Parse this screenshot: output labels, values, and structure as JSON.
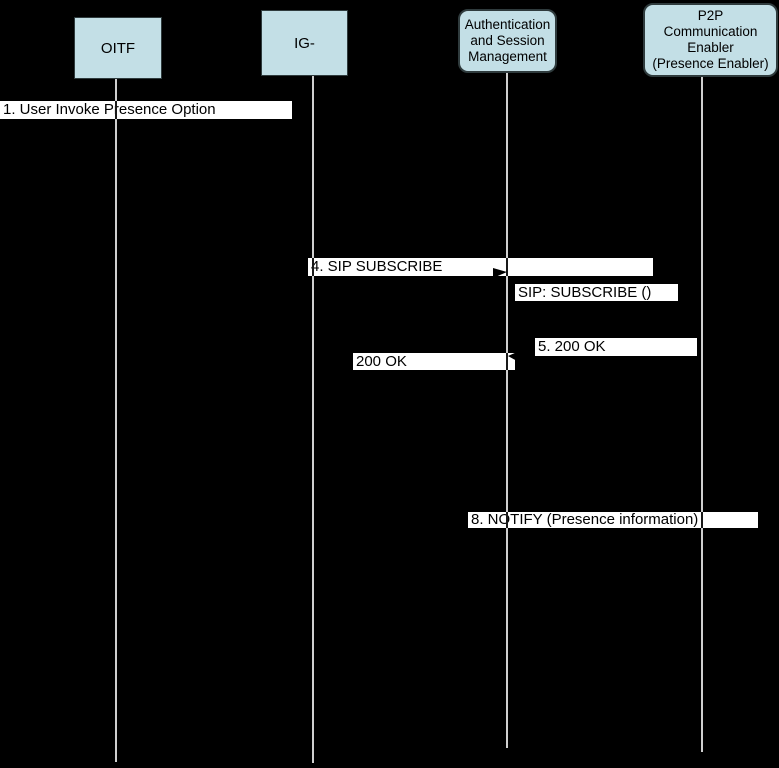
{
  "diagram": {
    "type": "sequence-diagram",
    "actors": [
      {
        "id": "oitf",
        "label": "OITF"
      },
      {
        "id": "ig",
        "label": "IG-"
      },
      {
        "id": "auth",
        "label": "Authentication\nand Session\nManagement"
      },
      {
        "id": "p2p",
        "label": "P2P\nCommunication\nEnabler\n(Presence Enabler)"
      }
    ],
    "messages": [
      {
        "text": "1. User Invoke Presence Option",
        "from": "oitf",
        "to": "ig"
      },
      {
        "text": "4. SIP SUBSCRIBE",
        "from": "ig",
        "to": "auth"
      },
      {
        "text": "SIP: SUBSCRIBE ()",
        "from": "auth",
        "to": "p2p"
      },
      {
        "text": "5. 200 OK",
        "from": "p2p",
        "to": "auth"
      },
      {
        "text": "200 OK",
        "from": "auth",
        "to": "ig"
      },
      {
        "text": "8.  NOTIFY (Presence information)",
        "from": "p2p",
        "to": "auth"
      }
    ],
    "colors": {
      "background": "#000000",
      "actor_fill": "#c3dfe6",
      "actor_border": "#2f3b3d",
      "lifeline": "#cfcfcf",
      "message_bar": "#ffffff",
      "message_text": "#000000"
    }
  }
}
